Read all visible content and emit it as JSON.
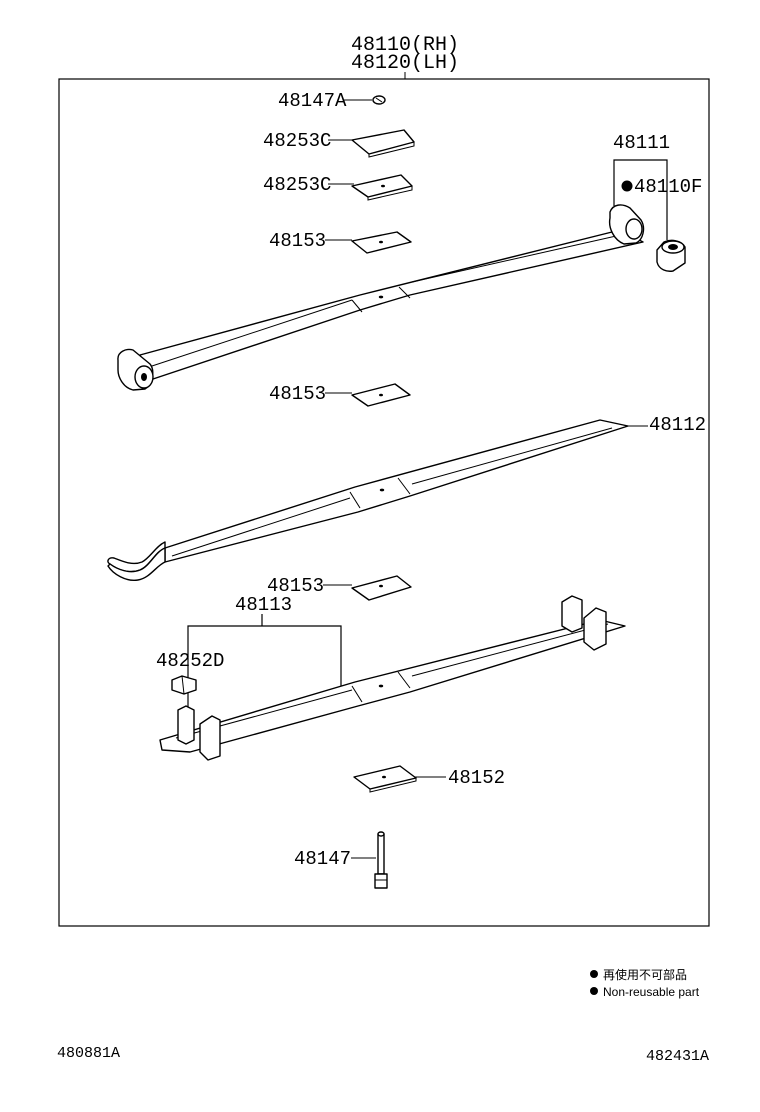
{
  "diagram": {
    "title_rh": "48110(RH)",
    "title_lh": "48120(LH)",
    "labels": {
      "p48147A": "48147A",
      "p48253C_1": "48253C",
      "p48253C_2": "48253C",
      "p48153_1": "48153",
      "p48111": "48111",
      "p48110F": "48110F",
      "p48153_2": "48153",
      "p48112": "48112",
      "p48153_3": "48153",
      "p48113": "48113",
      "p48252D": "48252D",
      "p48152": "48152",
      "p48147": "48147"
    },
    "legend": {
      "jp": "再使用不可部品",
      "en": "Non-reusable part"
    },
    "codes": {
      "left": "480881A",
      "right": "482431A"
    }
  }
}
